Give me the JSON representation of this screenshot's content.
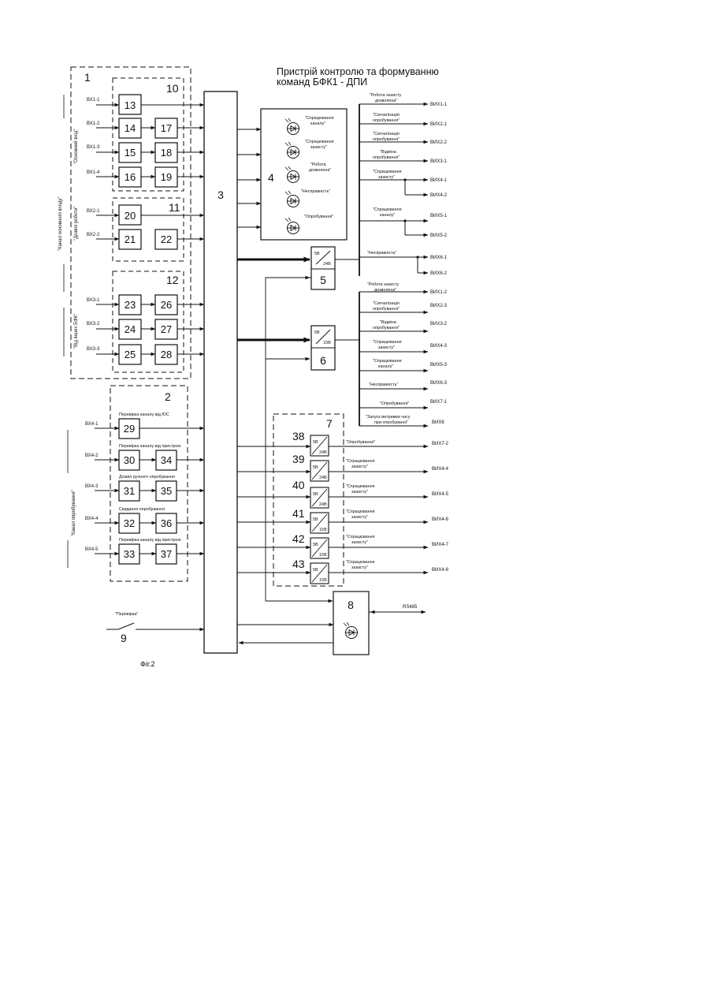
{
  "title": {
    "line1": "Пристрій контролю та формуванню",
    "line2": "команд БФК1 - ДПИ"
  },
  "figure_caption": "Фіг.2",
  "side_labels": {
    "main_input_channel": "\"Канал основного входу\"",
    "main_input": "\"Основний вхід\"",
    "work_permit": "\"Дозвіл роботи\"",
    "from_other_bfk": "\"Від інших БФК\"",
    "test_channel": "\"Канал опробування\""
  },
  "blocks": {
    "group1": "1",
    "group2": "2",
    "central": "3",
    "indicators": "4",
    "conv5": "5",
    "conv6": "6",
    "group7": "7",
    "interface": "8",
    "switch": "9",
    "sub10": "10",
    "sub11": "11",
    "sub12": "12",
    "b13": "13",
    "b14": "14",
    "b15": "15",
    "b16": "16",
    "b17": "17",
    "b18": "18",
    "b19": "19",
    "b20": "20",
    "b21": "21",
    "b22": "22",
    "b23": "23",
    "b24": "24",
    "b25": "25",
    "b26": "26",
    "b27": "27",
    "b28": "28",
    "b29": "29",
    "b30": "30",
    "b31": "31",
    "b32": "32",
    "b33": "33",
    "b34": "34",
    "b35": "35",
    "b36": "36",
    "b37": "37",
    "b38": "38",
    "b39": "39",
    "b40": "40",
    "b41": "41",
    "b42": "42",
    "b43": "43"
  },
  "inputs": {
    "vx1_1": "ВХ1-1",
    "vx1_2": "ВХ1-2",
    "vx1_3": "ВХ1-3",
    "vx1_4": "ВХ1-4",
    "vx2_1": "ВХ2-1",
    "vx2_2": "ВХ2-2",
    "vx3_1": "ВХ3-1",
    "vx3_2": "ВХ3-2",
    "vx3_3": "ВХ3-3",
    "vx4_1": "ВХ4-1",
    "vx4_2": "ВХ4-2",
    "vx4_3": "ВХ4-3",
    "vx4_4": "ВХ4-4",
    "vx4_5": "ВХ4-5"
  },
  "test_group_labels": {
    "l29": "Перевірка каналу від ЮС",
    "l30": "Перевірка каналу від пристрою",
    "l31": "Дозвіл ручного опробування",
    "l32": "Скидання опробування",
    "l33": "Перевірка каналу від пристрою"
  },
  "indicators": {
    "i1_a": "\"Спрацювання",
    "i1_b": "каналу\"",
    "i2_a": "\"Спрацювання",
    "i2_b": "захисту\"",
    "i3_a": "\"Робота",
    "i3_b": "дозволена\"",
    "i4": "\"Несправність\"",
    "i5": "\"Опробування\""
  },
  "converters": {
    "c5_top": "5В",
    "c5_bot": "24В",
    "c6_top": "5В",
    "c6_bot": "15В",
    "c38_top": "5В",
    "c38_bot": "24В",
    "c39_top": "5В",
    "c39_bot": "24В",
    "c40_top": "5В",
    "c40_bot": "24В",
    "c41_top": "5В",
    "c41_bot": "15В",
    "c42_top": "5В",
    "c42_bot": "15В",
    "c43_top": "5В",
    "c43_bot": "15В"
  },
  "outputs_top": {
    "o1_lbl_a": "\"Робота захисту",
    "o1_lbl_b": "дозволена\"",
    "o1": "ВИХ1-1",
    "o2_lbl_a": "\"Сигналізація",
    "o2_lbl_b": "опробування\"",
    "o2": "ВИХ2-1",
    "o3_lbl_a": "\"Сигналізація",
    "o3_lbl_b": "опробування\"",
    "o3": "ВИХ2-2",
    "o4_lbl_a": "\"Відміна",
    "o4_lbl_b": "опробування\"",
    "o4": "ВИХ3-1",
    "o5_lbl_a": "\"Спрацювання",
    "o5_lbl_b": "захисту\"",
    "o5": "ВИХ4-1",
    "o6": "ВИХ4-2",
    "o7_lbl_a": "\"Спрацювання",
    "o7_lbl_b": "каналу\"",
    "o7": "ВИХ5-1",
    "o8": "ВИХ5-2",
    "o9_lbl": "\"Несправність\"",
    "o9": "ВИХ6-1",
    "o10": "ВИХ6-2"
  },
  "outputs_mid": {
    "p1_lbl_a": "\"Робота захисту",
    "p1_lbl_b": "дозволена\"",
    "p1": "ВИХ1-2",
    "p2_lbl_a": "\"Сигналізація",
    "p2_lbl_b": "опробування\"",
    "p2": "ВИХ2-3",
    "p3_lbl_a": "\"Відміна",
    "p3_lbl_b": "опробування\"",
    "p3": "ВИХ3-2",
    "p4_lbl_a": "\"Спрацювання",
    "p4_lbl_b": "захисту\"",
    "p4": "ВИХ4-3",
    "p5_lbl_a": "\"Спрацювання",
    "p5_lbl_b": "каналу\"",
    "p5": "ВИХ5-3",
    "p6_lbl": "\"Несправність\"",
    "p6": "ВИХ6-3",
    "p7_lbl": "\"Опробування\"",
    "p7": "ВИХ7-1",
    "p8_lbl_a": "\"Запуск витримки часу",
    "p8_lbl_b": "при опробуванні\"",
    "p8": "ВИХ8"
  },
  "outputs_bottom": {
    "q1_lbl": "\"Опробування\"",
    "q1": "ВИХ7-2",
    "q2_lbl_a": "\"Спрацювання",
    "q2_lbl_b": "захисту\"",
    "q2": "ВИХ4-4",
    "q3_lbl_a": "\"Спрацювання",
    "q3_lbl_b": "захисту\"",
    "q3": "ВИХ4-5",
    "q4_lbl_a": "\"Спрацювання",
    "q4_lbl_b": "захисту\"",
    "q4": "ВИХ4-6",
    "q5_lbl_a": "\"Спрацювання",
    "q5_lbl_b": "захисту\"",
    "q5": "ВИХ4-7",
    "q6_lbl_a": "\"Спрацювання",
    "q6_lbl_b": "захисту\"",
    "q6": "ВИХ4-8"
  },
  "interface": {
    "rs485": "RS485"
  },
  "switch": {
    "label": "\"Перевірка\""
  }
}
